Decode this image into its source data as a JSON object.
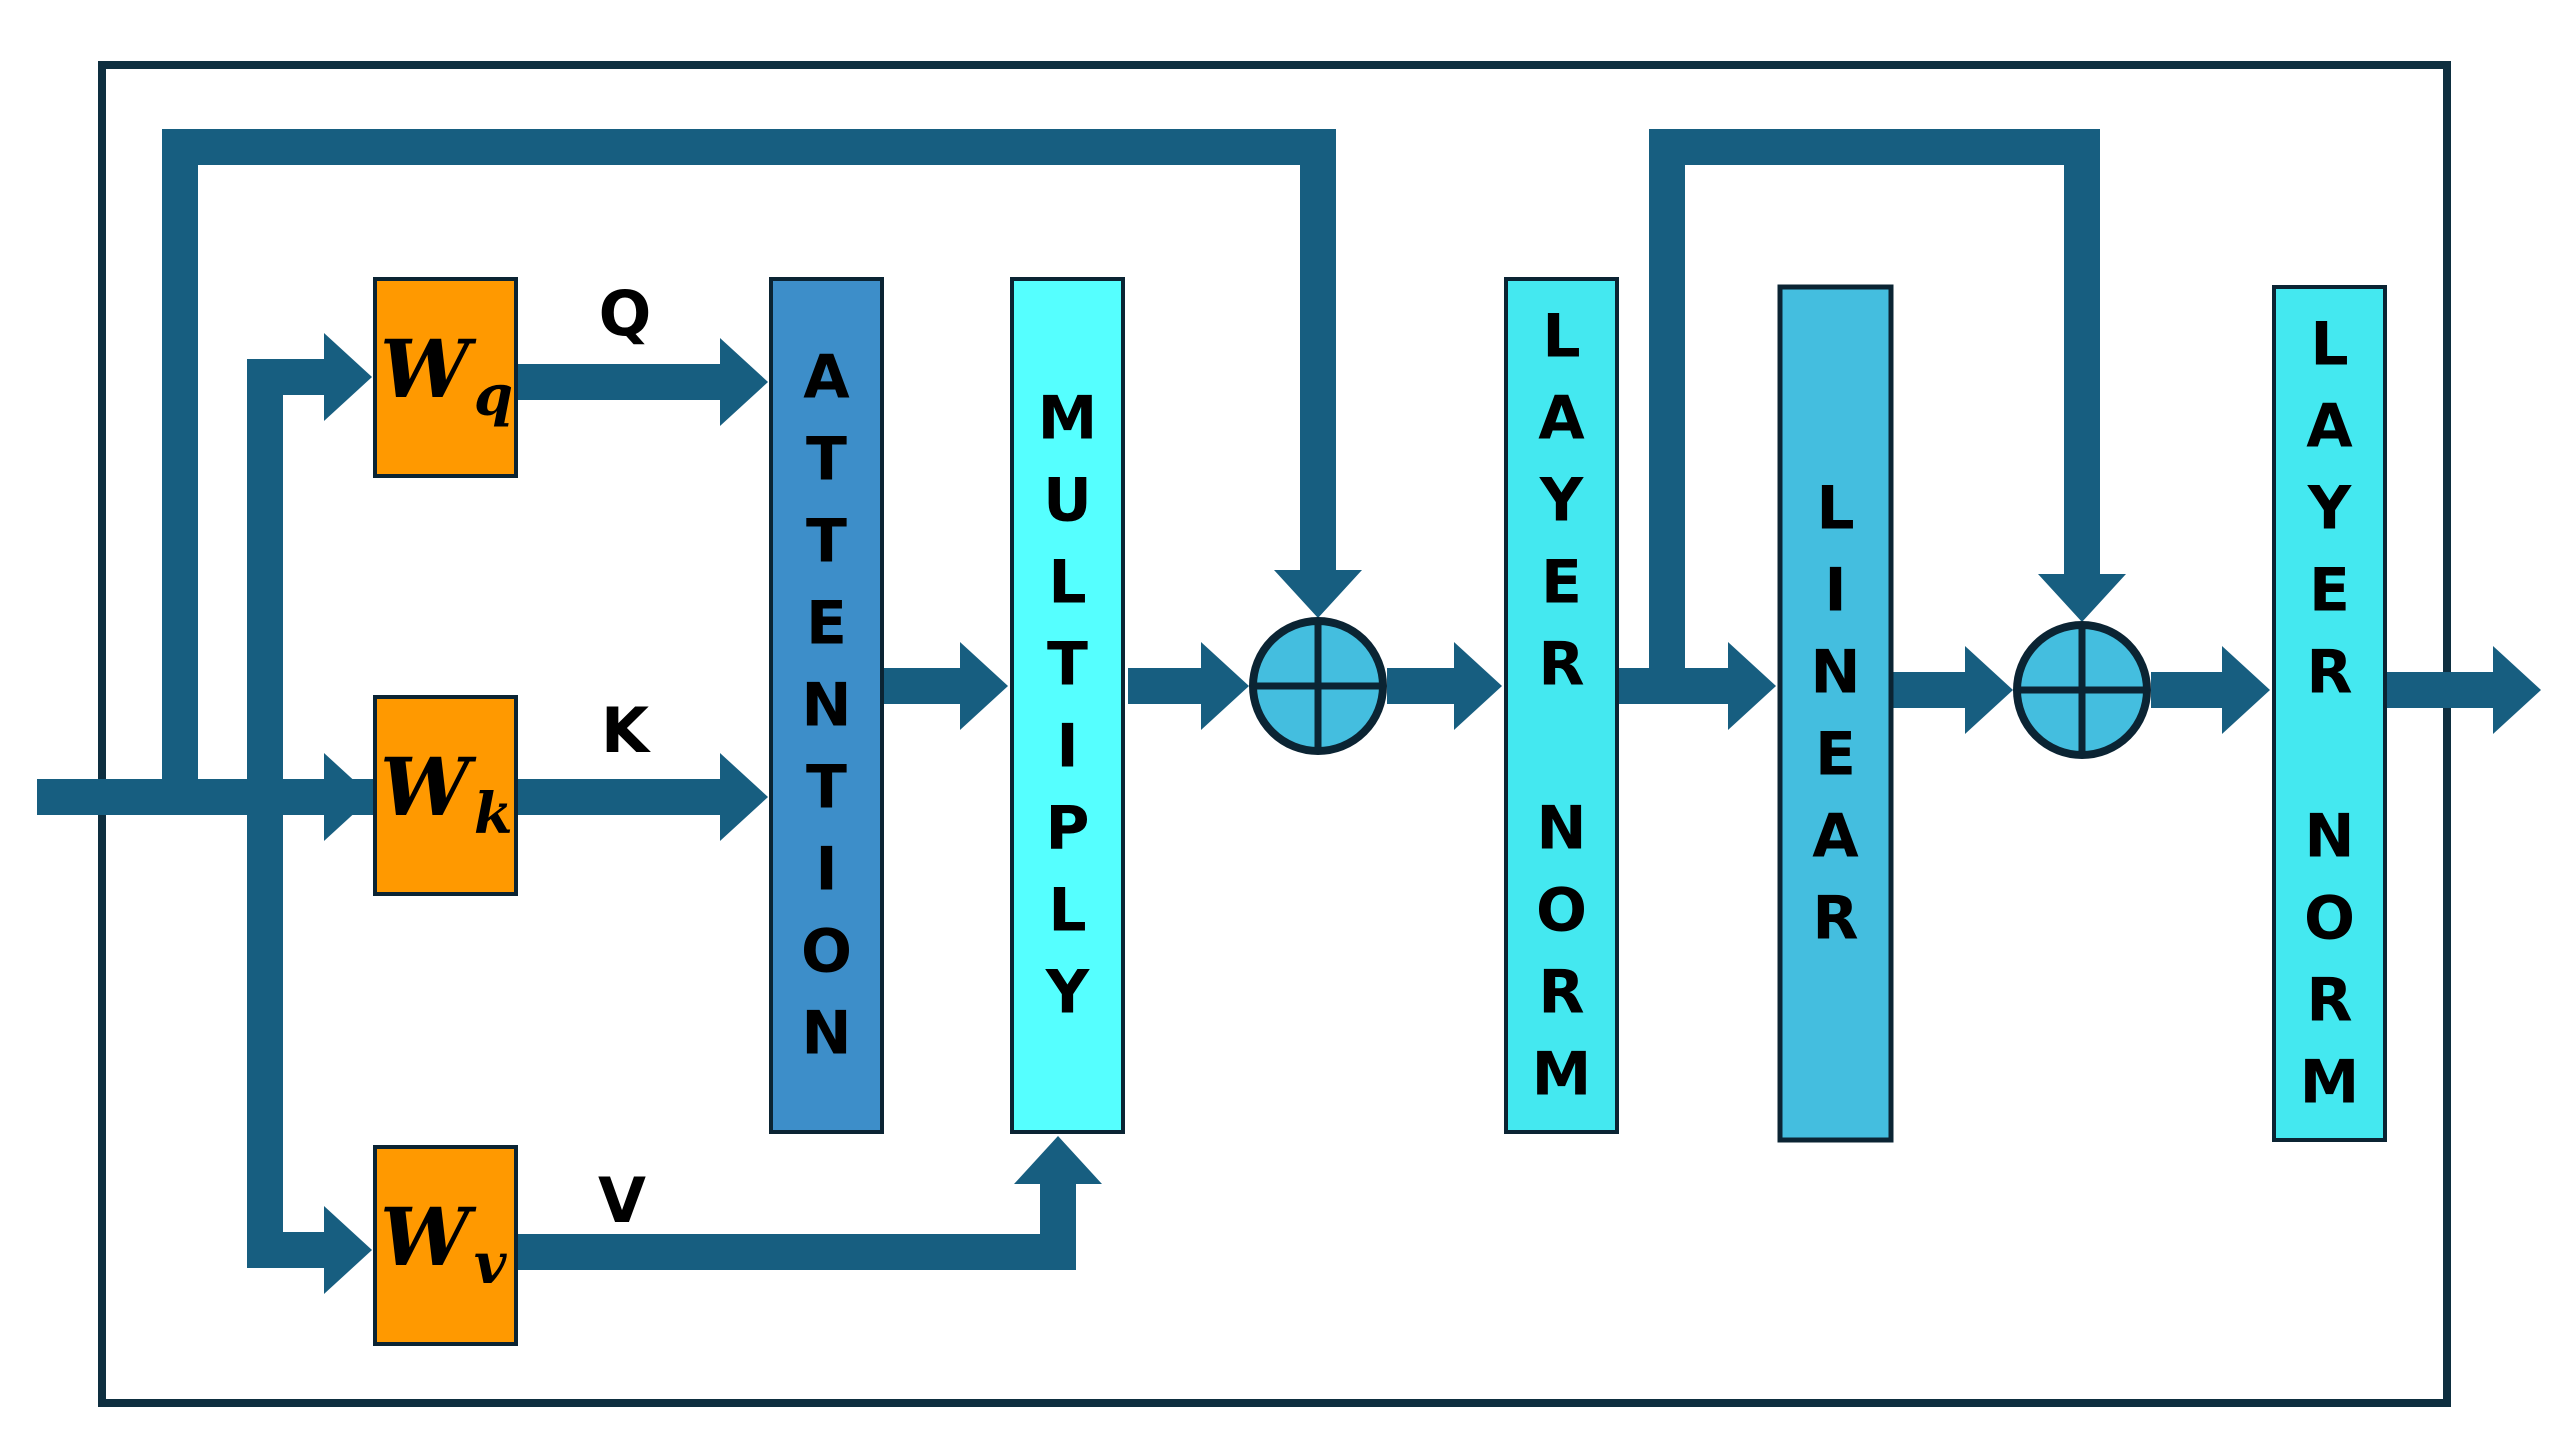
{
  "colors": {
    "flow": "#175e80",
    "frame": "#0e2f40",
    "weight_box": "#ff9900",
    "attention": "#3d8ec9",
    "multiply": "#55ffff",
    "layer_norm": "#44e8f0",
    "linear": "#44bedf",
    "adder": "#44bedf",
    "border": "#0b2433"
  },
  "weights": [
    {
      "id": "wq",
      "main": "W",
      "sub": "q",
      "output_label": "Q"
    },
    {
      "id": "wk",
      "main": "W",
      "sub": "k",
      "output_label": "K"
    },
    {
      "id": "wv",
      "main": "W",
      "sub": "v",
      "output_label": "V"
    }
  ],
  "blocks": [
    {
      "id": "attention",
      "label": "ATTENTION"
    },
    {
      "id": "multiply",
      "label": "MULTIPLY"
    },
    {
      "id": "layer_norm_1",
      "label": "LAYER NORM"
    },
    {
      "id": "linear",
      "label": "LINEAR"
    },
    {
      "id": "layer_norm_2",
      "label": "LAYER NORM"
    }
  ],
  "adders": [
    {
      "id": "add_1",
      "icon": "circle-plus-icon"
    },
    {
      "id": "add_2",
      "icon": "circle-plus-icon"
    }
  ]
}
